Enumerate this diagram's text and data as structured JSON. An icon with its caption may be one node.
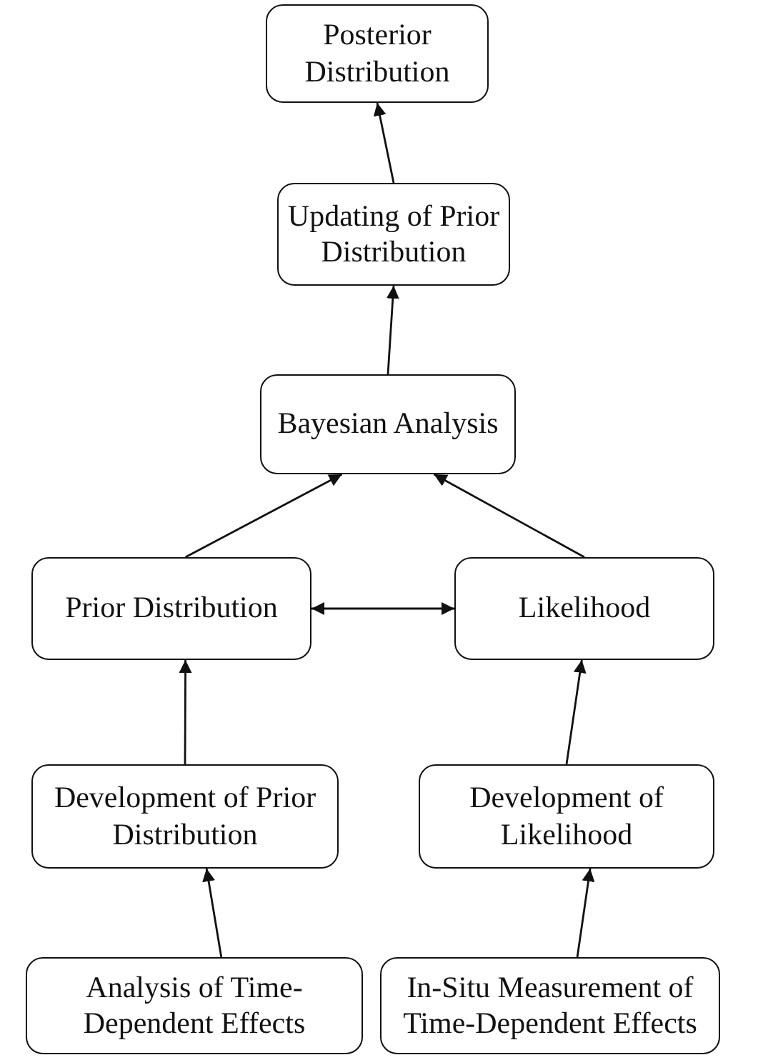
{
  "diagram": {
    "nodes": [
      {
        "text": [
          "Posterior Distribution"
        ]
      },
      {
        "text": [
          "Updating of Prior Distribution"
        ]
      },
      {
        "text": [
          "Bayesian Analysis"
        ]
      },
      {
        "text": [
          "Prior Distribution"
        ]
      },
      {
        "text": [
          "Likelihood"
        ]
      },
      {
        "text": [
          "Development of Prior Distribution"
        ]
      },
      {
        "text": [
          "Development of Likelihood"
        ]
      },
      {
        "text": [
          "Analysis of Time-Dependent Effects"
        ]
      },
      {
        "text": [
          "In-Situ Measurement of Time-Dependent Effects"
        ]
      }
    ],
    "edges": [
      {
        "from": 1,
        "to": 0,
        "arrow": "to"
      },
      {
        "from": 2,
        "to": 1,
        "arrow": "to"
      },
      {
        "from": 3,
        "to": 2,
        "arrow": "to"
      },
      {
        "from": 4,
        "to": 2,
        "arrow": "to"
      },
      {
        "from": 3,
        "to": 4,
        "arrow": "both"
      },
      {
        "from": 5,
        "to": 3,
        "arrow": "to"
      },
      {
        "from": 6,
        "to": 4,
        "arrow": "to"
      },
      {
        "from": 7,
        "to": 5,
        "arrow": "to"
      },
      {
        "from": 8,
        "to": 6,
        "arrow": "to"
      }
    ]
  }
}
